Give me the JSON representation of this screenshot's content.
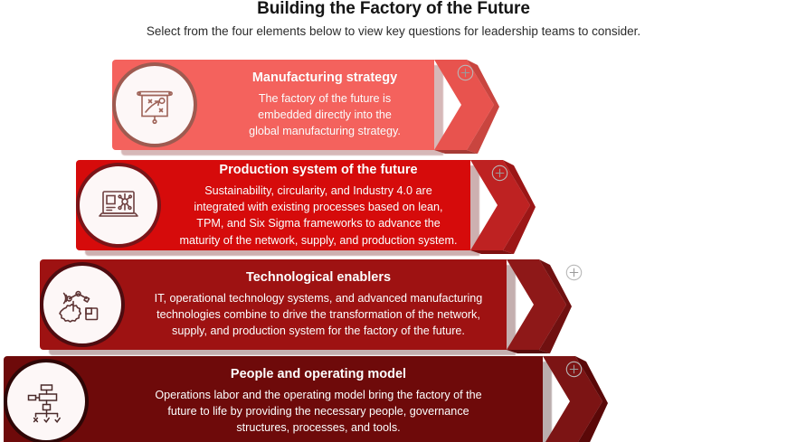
{
  "header": {
    "title": "Building the Factory of the Future",
    "subtitle": "Select from the four elements below to view key questions for leadership teams to consider."
  },
  "colors": {
    "bar1_face": "#F4625D",
    "bar1_side": "#E8534E",
    "bar1_edge": "#C9453F",
    "bar2_face": "#D60B0B",
    "bar2_side": "#B82020",
    "bar2_edge": "#8E1414",
    "bar3_face": "#9E1212",
    "bar3_side": "#8A1515",
    "bar3_edge": "#6A0E0E",
    "bar4_face": "#6E0A0A",
    "bar4_side": "#7A1111",
    "bar4_edge": "#4E0707",
    "title_text": "#151515",
    "subtitle_text": "#2b2b2b",
    "bar_text": "#FFFFFF",
    "badge_fill": "#FDF7F7"
  },
  "elements": [
    {
      "id": "manufacturing-strategy",
      "title": "Manufacturing strategy",
      "body": "The factory of the future is\nembedded directly into the\nglobal manufacturing strategy.",
      "icon": "strategy-board-icon",
      "expand_label": "+"
    },
    {
      "id": "production-system-of-the-future",
      "title": "Production system of the future",
      "body": "Sustainability, circularity, and Industry 4.0 are\nintegrated with existing processes based on lean,\nTPM, and Six Sigma frameworks to advance the\nmaturity of the network, supply, and production system.",
      "icon": "laptop-network-icon",
      "expand_label": "+"
    },
    {
      "id": "technological-enablers",
      "title": "Technological enablers",
      "body": "IT, operational technology systems, and advanced manufacturing\ntechnologies combine to drive the transformation of the network,\nsupply, and production system for the factory of the future.",
      "icon": "robot-arm-gear-icon",
      "expand_label": "+"
    },
    {
      "id": "people-and-operating-model",
      "title": "People and operating model",
      "body": "Operations labor and the operating model bring the factory of the\nfuture to life by providing the necessary people, governance\nstructures, processes, and tools.",
      "icon": "org-chart-icon",
      "expand_label": "+"
    }
  ]
}
